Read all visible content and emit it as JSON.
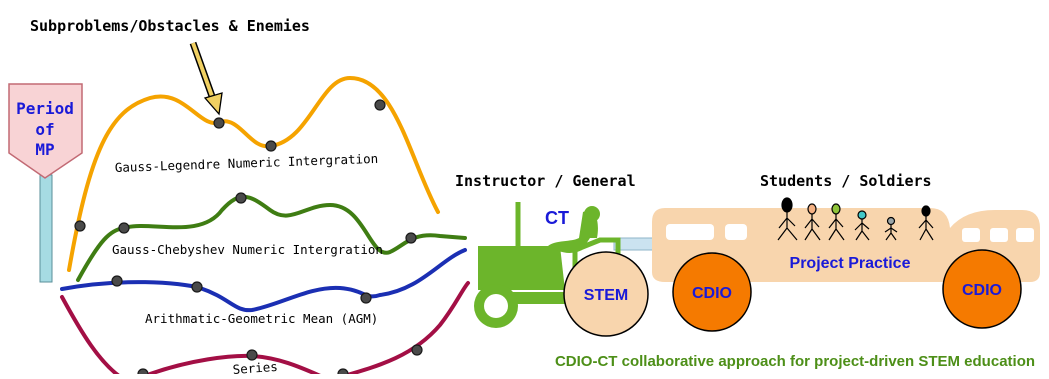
{
  "labels": {
    "top_caption": "Subproblems/Obstacles & Enemies",
    "flag_line1": "Period",
    "flag_line2": "of",
    "flag_line3": "MP",
    "curve_gauss_legendre": "Gauss-Legendre Numeric Intergration",
    "curve_gauss_chebyshev": "Gauss-Chebyshev Numeric Intergration",
    "curve_agm": "Arithmatic-Geometric Mean (AGM)",
    "curve_series": "Series",
    "instructor": "Instructor / General",
    "ct": "CT",
    "stem": "STEM",
    "students": "Students / Soldiers",
    "cdio_left": "CDIO",
    "cdio_right": "CDIO",
    "project_practice": "Project Practice",
    "bottom_caption": "CDIO-CT collaborative approach for project-driven STEM education"
  },
  "colors": {
    "legendre_curve": "#f5a300",
    "chebyshev_curve": "#3f7d13",
    "agm_curve": "#1b2fb3",
    "series_curve": "#a30f45",
    "tractor": "#6cb52b",
    "cart": "#f8d5ad",
    "cdio_wheel": "#f57a00",
    "flag": "#f8d3d5",
    "pole": "#a6dbe3",
    "text_blue": "#1a1ad8",
    "caption_green": "#4d8f18"
  }
}
